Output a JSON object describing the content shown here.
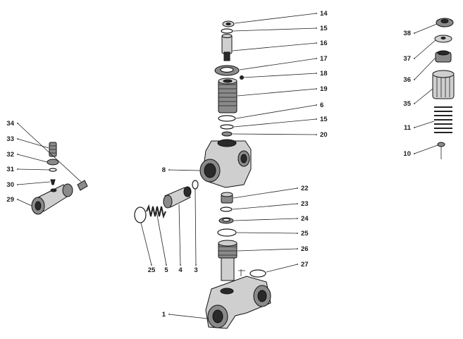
{
  "callouts": [
    {
      "id": "c14",
      "text": "14"
    },
    {
      "id": "c15a",
      "text": "15"
    },
    {
      "id": "c16",
      "text": "16"
    },
    {
      "id": "c17",
      "text": "17"
    },
    {
      "id": "c18",
      "text": "18"
    },
    {
      "id": "c19",
      "text": "19"
    },
    {
      "id": "c6",
      "text": "6"
    },
    {
      "id": "c15b",
      "text": "15"
    },
    {
      "id": "c20",
      "text": "20"
    },
    {
      "id": "c8",
      "text": "8"
    },
    {
      "id": "c22",
      "text": "22"
    },
    {
      "id": "c23",
      "text": "23"
    },
    {
      "id": "c24",
      "text": "24"
    },
    {
      "id": "c25b",
      "text": "25"
    },
    {
      "id": "c26",
      "text": "26"
    },
    {
      "id": "c27",
      "text": "27"
    },
    {
      "id": "c1",
      "text": "1"
    },
    {
      "id": "c25a",
      "text": "25"
    },
    {
      "id": "c5",
      "text": "5"
    },
    {
      "id": "c4",
      "text": "4"
    },
    {
      "id": "c3",
      "text": "3"
    },
    {
      "id": "c34",
      "text": "34"
    },
    {
      "id": "c33",
      "text": "33"
    },
    {
      "id": "c32",
      "text": "32"
    },
    {
      "id": "c31",
      "text": "31"
    },
    {
      "id": "c30",
      "text": "30"
    },
    {
      "id": "c29",
      "text": "29"
    },
    {
      "id": "c38",
      "text": "38"
    },
    {
      "id": "c37",
      "text": "37"
    },
    {
      "id": "c36",
      "text": "36"
    },
    {
      "id": "c35",
      "text": "35"
    },
    {
      "id": "c11",
      "text": "11"
    },
    {
      "id": "c10",
      "text": "10"
    }
  ],
  "colors": {
    "ink": "#1a1a1a",
    "paper": "#ffffff"
  }
}
